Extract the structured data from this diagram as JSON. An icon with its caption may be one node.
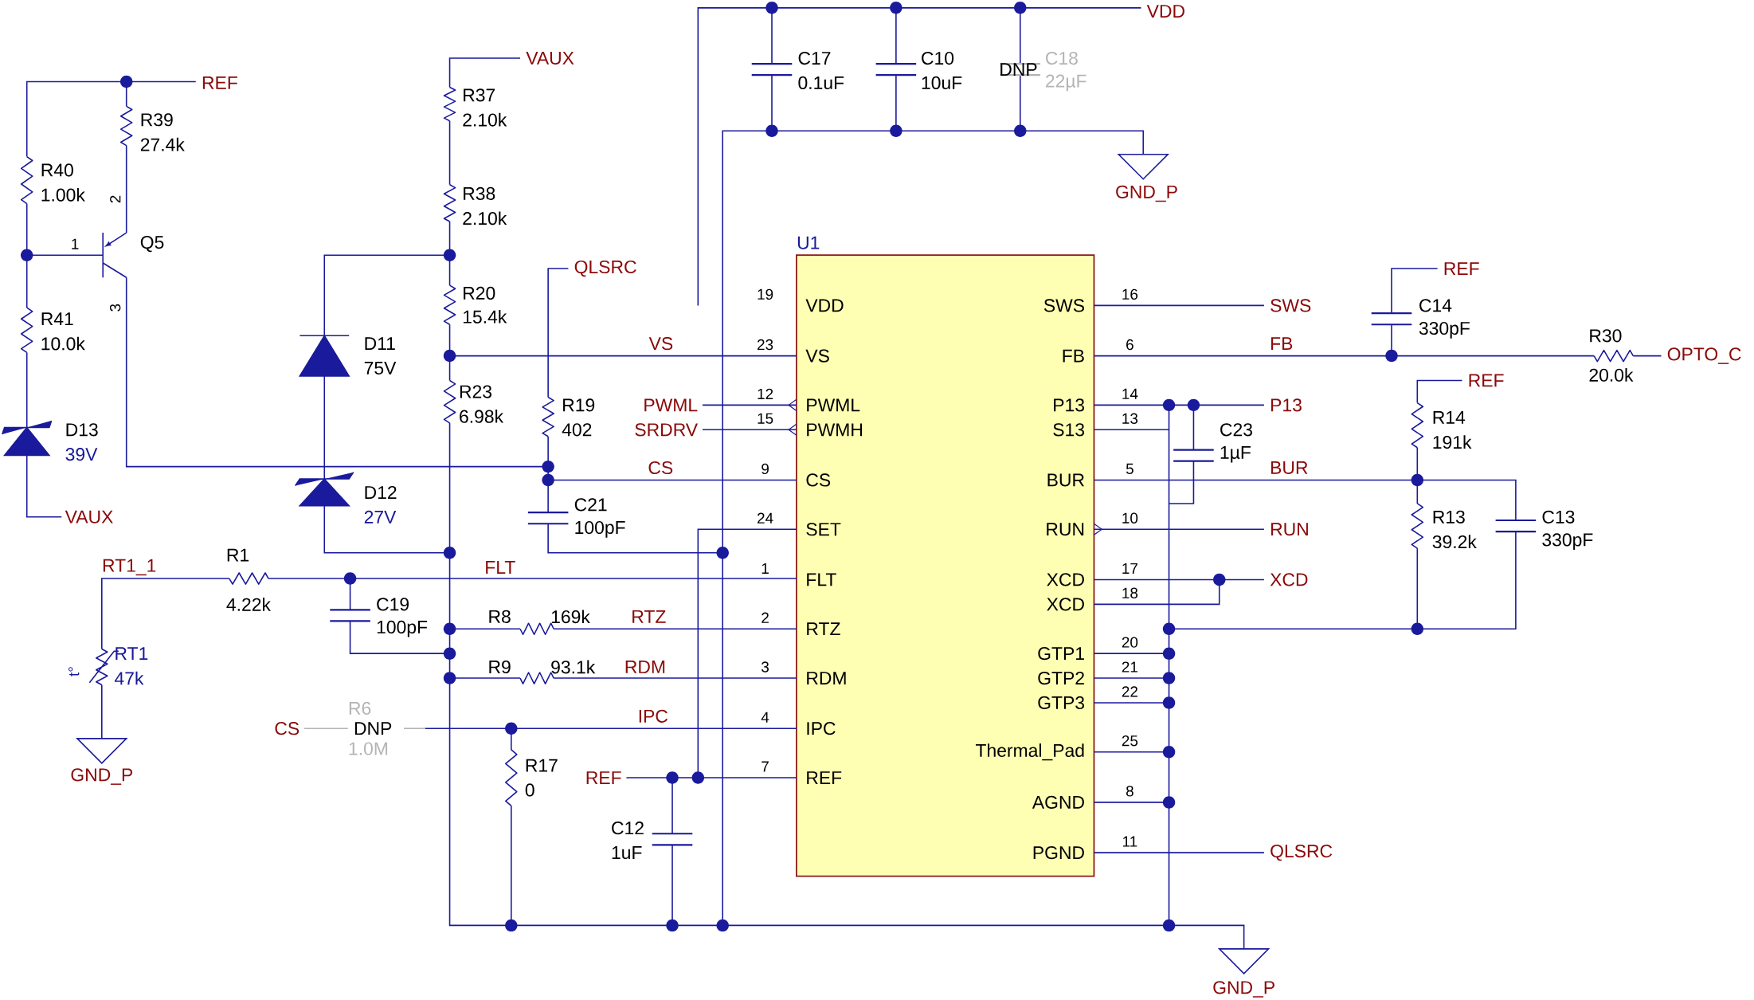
{
  "diagram": {
    "labels": [
      "VDD",
      "VAUX",
      "C17",
      "C10",
      "C18",
      "DNP",
      "REF",
      "0.1uF",
      "10uF",
      "22µF",
      "R37",
      "R39",
      "2.10k",
      "27.4k",
      "R40",
      "1.00k",
      "2",
      "R38",
      "GND_P",
      "2.10k",
      "1",
      "Q5",
      "U1",
      "QLSRC",
      "REF",
      "R20",
      "19",
      "16",
      "3",
      "VDD",
      "SWS",
      "SWS",
      "C14",
      "R41",
      "15.4k",
      "330pF",
      "R30",
      "10.0k",
      "D11",
      "VS",
      "23",
      "6",
      "FB",
      "VS",
      "FB",
      "OPTO_C",
      "75V",
      "20.0k",
      "REF",
      "R23",
      "12",
      "14",
      "R19",
      "PWML",
      "PWML",
      "P13",
      "P13",
      "6.98k",
      "15",
      "13",
      "R14",
      "D13",
      "402",
      "SRDRV",
      "PWMH",
      "S13",
      "C23",
      "191k",
      "39V",
      "1µF",
      "CS",
      "9",
      "5",
      "BUR",
      "CS",
      "BUR",
      "D12",
      "C21",
      "VAUX",
      "27V",
      "24",
      "10",
      "R13",
      "C13",
      "100pF",
      "SET",
      "RUN",
      "RUN",
      "39.2k",
      "330pF",
      "R1",
      "RT1_1",
      "FLT",
      "1",
      "17",
      "FLT",
      "XCD",
      "XCD",
      "18",
      "4.22k",
      "C19",
      "XCD",
      "R8",
      "169k",
      "RTZ",
      "2",
      "100pF",
      "RTZ",
      "20",
      "RT1",
      "GTP1",
      "R9",
      "93.1k",
      "RDM",
      "3",
      "21",
      "t°",
      "47k",
      "RDM",
      "GTP2",
      "22",
      "GTP3",
      "R6",
      "IPC",
      "4",
      "CS",
      "DNP",
      "IPC",
      "25",
      "1.0M",
      "Thermal_Pad",
      "R17",
      "7",
      "GND_P",
      "REF",
      "REF",
      "0",
      "8",
      "AGND",
      "C12",
      "11",
      "1uF",
      "PGND",
      "QLSRC",
      "GND_P"
    ]
  }
}
